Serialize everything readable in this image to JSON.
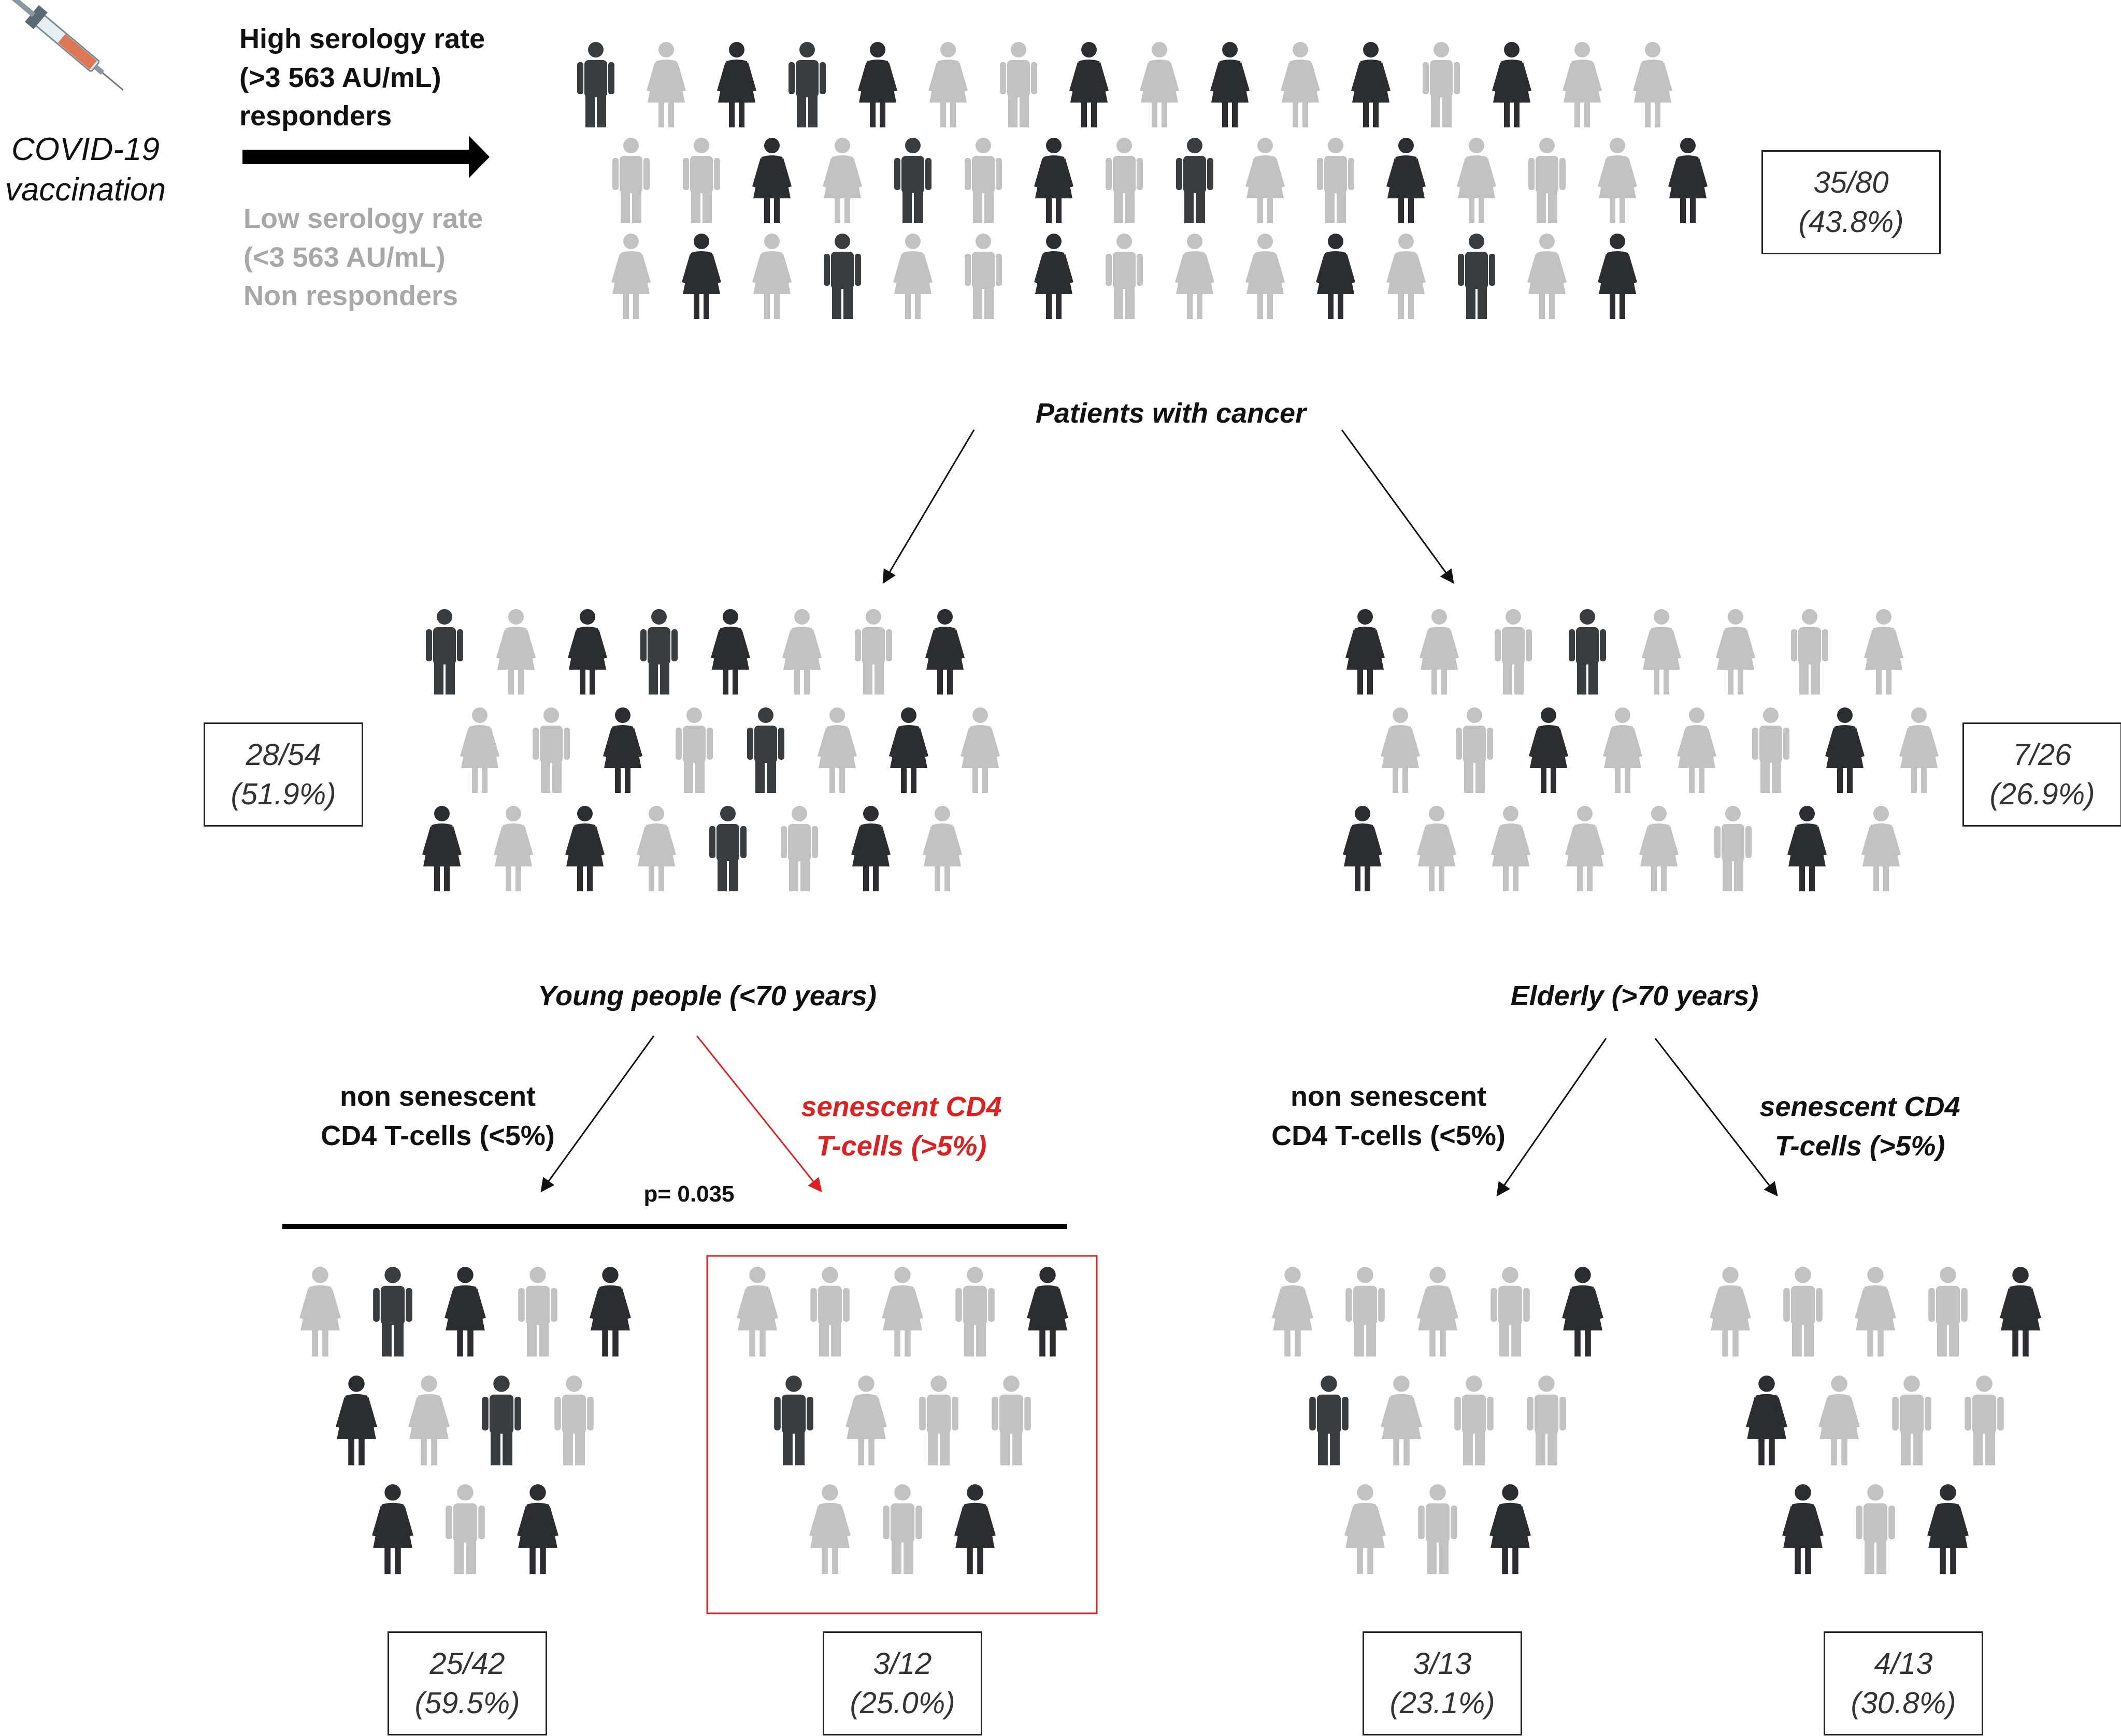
{
  "header": {
    "vaccination": "COVID-19\nvaccination",
    "high": "High serology rate\n(>3 563 AU/mL)\nresponders",
    "low": "Low serology rate\n(<3 563 AU/mL)\nNon responders"
  },
  "labels": {
    "patients": "Patients with cancer",
    "young": "Young people (<70 years)",
    "elderly": "Elderly (>70 years)",
    "non_senescent": "non senescent\nCD4 T-cells (<5%)",
    "senescent": "senescent CD4\nT-cells (>5%)",
    "pvalue": "p= 0.035"
  },
  "ratios": {
    "all": "35/80\n(43.8%)",
    "young": "28/54\n(51.9%)",
    "elderly": "7/26\n(26.9%)",
    "young_non": "25/42\n(59.5%)",
    "young_sen": "3/12\n(25.0%)",
    "elderly_non": "3/13\n(23.1%)",
    "elderly_sen": "4/13\n(30.8%)"
  },
  "colors": {
    "responder": "#3a3d40",
    "responder_female": "#2b2d30",
    "non_responder": "#c2c2c2",
    "highlight": "#e02020",
    "text_dark": "#111111",
    "text_grey": "#a8a8a8"
  },
  "groups": {
    "top": {
      "rows": [
        [
          "MD",
          "FL",
          "FD",
          "MD",
          "FD",
          "FL",
          "ML",
          "FD",
          "FL",
          "FD",
          "FL",
          "FD",
          "ML",
          "FD",
          "FL",
          "FL"
        ],
        [
          "ML",
          "ML",
          "FD",
          "FL",
          "MD",
          "ML",
          "FD",
          "ML",
          "MD",
          "FL",
          "ML",
          "FD",
          "FL",
          "ML",
          "FL",
          "FD"
        ],
        [
          "FL",
          "FD",
          "FL",
          "MD",
          "FL",
          "ML",
          "FD",
          "ML",
          "FL",
          "FL",
          "FD",
          "FL",
          "MD",
          "FL",
          "FD"
        ]
      ]
    },
    "young": {
      "rows": [
        [
          "MD",
          "FL",
          "FD",
          "MD",
          "FD",
          "FL",
          "ML",
          "FD"
        ],
        [
          "FL",
          "ML",
          "FD",
          "ML",
          "MD",
          "FL",
          "FD",
          "FL"
        ],
        [
          "FD",
          "FL",
          "FD",
          "FL",
          "MD",
          "ML",
          "FD",
          "FL"
        ]
      ]
    },
    "elderly": {
      "rows": [
        [
          "FD",
          "FL",
          "ML",
          "MD",
          "FL",
          "FL",
          "ML",
          "FL"
        ],
        [
          "FL",
          "ML",
          "FD",
          "FL",
          "FL",
          "ML",
          "FD",
          "FL"
        ],
        [
          "FD",
          "FL",
          "FL",
          "FL",
          "FL",
          "ML",
          "FD",
          "FL"
        ]
      ]
    },
    "young_non": {
      "rows": [
        [
          "FL",
          "MD",
          "FD",
          "ML",
          "FD"
        ],
        [
          "FD",
          "FL",
          "MD",
          "ML"
        ],
        [
          "FD",
          "ML",
          "FD"
        ]
      ]
    },
    "young_sen": {
      "rows": [
        [
          "FL",
          "ML",
          "FL",
          "ML",
          "FD"
        ],
        [
          "MD",
          "FL",
          "ML",
          "ML"
        ],
        [
          "FL",
          "ML",
          "FD"
        ]
      ]
    },
    "elderly_non": {
      "rows": [
        [
          "FL",
          "ML",
          "FL",
          "ML",
          "FD"
        ],
        [
          "MD",
          "FL",
          "ML",
          "ML"
        ],
        [
          "FL",
          "ML",
          "FD"
        ]
      ]
    },
    "elderly_sen": {
      "rows": [
        [
          "FL",
          "ML",
          "FL",
          "ML",
          "FD"
        ],
        [
          "FD",
          "FL",
          "ML",
          "ML"
        ],
        [
          "FD",
          "ML",
          "FD"
        ]
      ]
    }
  }
}
